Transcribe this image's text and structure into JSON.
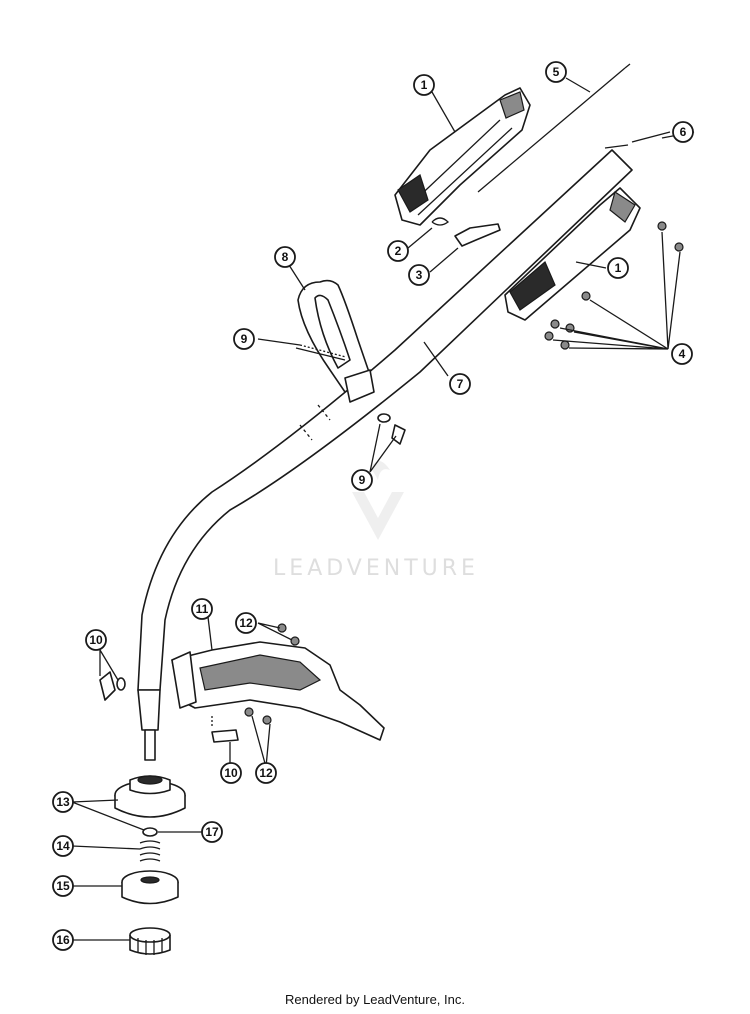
{
  "watermark": {
    "text": "LEADVENTURE"
  },
  "footer": {
    "text": "Rendered by LeadVenture, Inc."
  },
  "callouts": [
    {
      "id": "c1a",
      "label": "1"
    },
    {
      "id": "c1b",
      "label": "1"
    },
    {
      "id": "c2",
      "label": "2"
    },
    {
      "id": "c3",
      "label": "3"
    },
    {
      "id": "c4",
      "label": "4"
    },
    {
      "id": "c5",
      "label": "5"
    },
    {
      "id": "c6",
      "label": "6"
    },
    {
      "id": "c7",
      "label": "7"
    },
    {
      "id": "c8",
      "label": "8"
    },
    {
      "id": "c9a",
      "label": "9"
    },
    {
      "id": "c9b",
      "label": "9"
    },
    {
      "id": "c10a",
      "label": "10"
    },
    {
      "id": "c10b",
      "label": "10"
    },
    {
      "id": "c11",
      "label": "11"
    },
    {
      "id": "c12a",
      "label": "12"
    },
    {
      "id": "c12b",
      "label": "12"
    },
    {
      "id": "c13",
      "label": "13"
    },
    {
      "id": "c14",
      "label": "14"
    },
    {
      "id": "c15",
      "label": "15"
    },
    {
      "id": "c16",
      "label": "16"
    },
    {
      "id": "c17",
      "label": "17"
    }
  ]
}
